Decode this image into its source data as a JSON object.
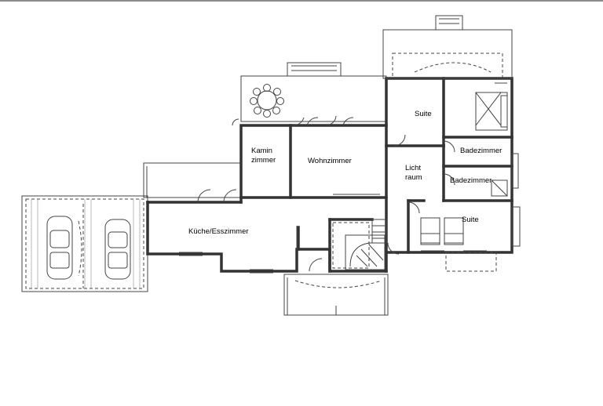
{
  "rooms": {
    "kamin": [
      "Kamin",
      "zimmer"
    ],
    "wohnzimmer": "Wohnzimmer",
    "suite_top": "Suite",
    "badezimmer_top": "Badezimmer",
    "lichtraum": [
      "Licht",
      "raum"
    ],
    "badezimmer_bottom": "Badezimmer",
    "suite_bottom": "Suite",
    "kueche": "Küche/Esszimmer"
  },
  "colors": {
    "wall": "#333333",
    "line": "#444444",
    "background": "#ffffff",
    "top_border": "#8c8c8c"
  }
}
